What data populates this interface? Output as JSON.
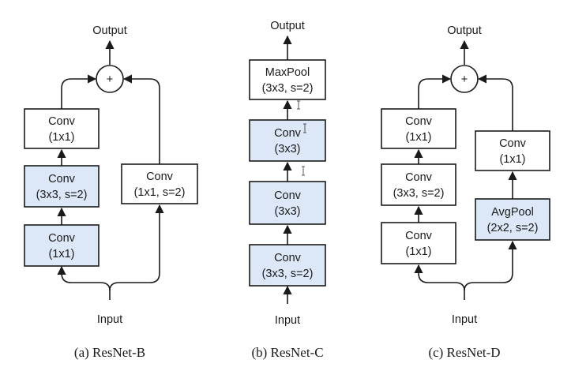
{
  "colors": {
    "highlight_fill": "#dce8f8",
    "plain_fill": "#ffffff",
    "stroke": "#1a1a1a"
  },
  "panels": [
    {
      "id": "resnet-b",
      "caption": "(a) ResNet-B",
      "output_label": "Output",
      "input_label": "Input",
      "add_symbol": "+",
      "left_path": [
        {
          "line1": "Conv",
          "line2": "(1x1)",
          "highlighted": true
        },
        {
          "line1": "Conv",
          "line2": "(3x3, s=2)",
          "highlighted": true
        },
        {
          "line1": "Conv",
          "line2": "(1x1)",
          "highlighted": false
        }
      ],
      "right_path": [
        {
          "line1": "Conv",
          "line2": "(1x1, s=2)",
          "highlighted": false
        }
      ]
    },
    {
      "id": "resnet-c",
      "caption": "(b) ResNet-C",
      "output_label": "Output",
      "input_label": "Input",
      "path": [
        {
          "line1": "Conv",
          "line2": "(3x3, s=2)",
          "highlighted": true
        },
        {
          "line1": "Conv",
          "line2": "(3x3)",
          "highlighted": true
        },
        {
          "line1": "Conv",
          "line2": "(3x3)",
          "highlighted": true
        },
        {
          "line1": "MaxPool",
          "line2": "(3x3, s=2)",
          "highlighted": false
        }
      ]
    },
    {
      "id": "resnet-d",
      "caption": "(c) ResNet-D",
      "output_label": "Output",
      "input_label": "Input",
      "add_symbol": "+",
      "left_path": [
        {
          "line1": "Conv",
          "line2": "(1x1)",
          "highlighted": false
        },
        {
          "line1": "Conv",
          "line2": "(3x3, s=2)",
          "highlighted": false
        },
        {
          "line1": "Conv",
          "line2": "(1x1)",
          "highlighted": false
        }
      ],
      "right_path": [
        {
          "line1": "AvgPool",
          "line2": "(2x2, s=2)",
          "highlighted": true
        },
        {
          "line1": "Conv",
          "line2": "(1x1)",
          "highlighted": false
        }
      ]
    }
  ]
}
